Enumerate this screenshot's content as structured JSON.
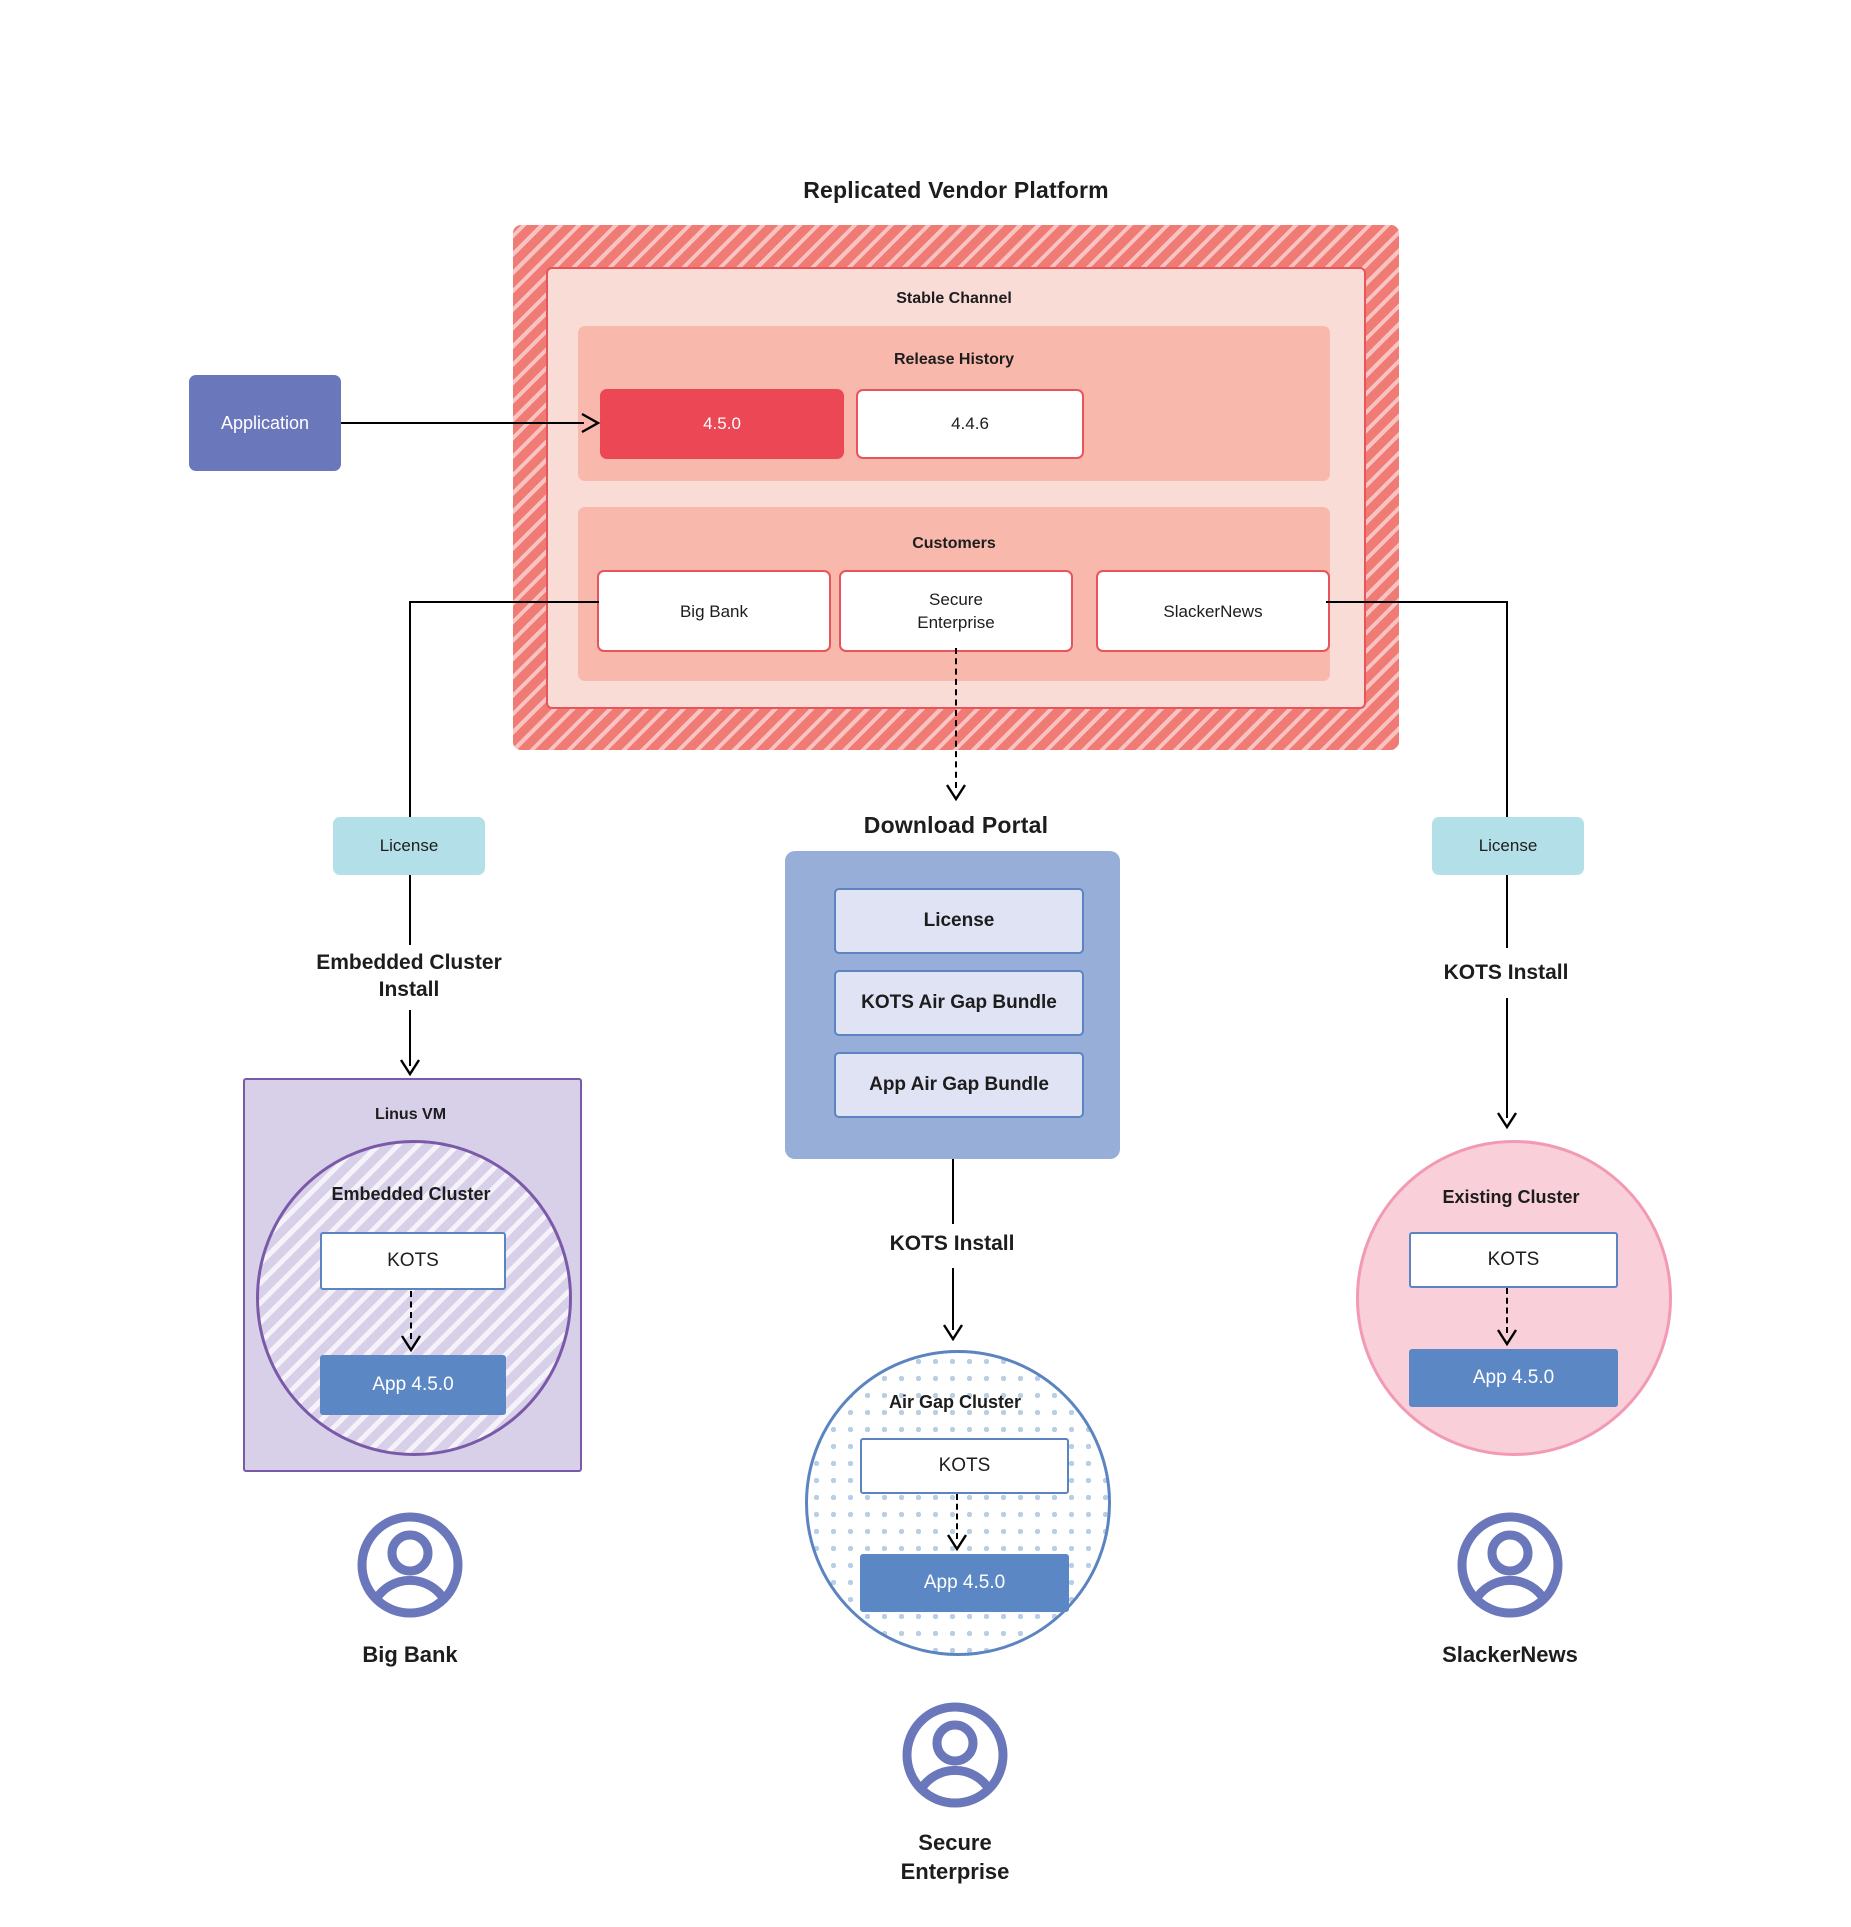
{
  "platform": {
    "title": "Replicated Vendor Platform",
    "channel_title": "Stable Channel",
    "release_history_title": "Release History",
    "releases": [
      {
        "version": "4.5.0",
        "state": "current"
      },
      {
        "version": "4.4.6",
        "state": "previous"
      }
    ],
    "customers_title": "Customers",
    "customers": [
      {
        "name": "Big Bank"
      },
      {
        "name": "Secure\nEnterprise"
      },
      {
        "name": "SlackerNews"
      }
    ]
  },
  "application": {
    "label": "Application"
  },
  "licenses": {
    "left_label": "License",
    "right_label": "License"
  },
  "flows": {
    "left_install": "Embedded Cluster\nInstall",
    "center_install": "KOTS Install",
    "right_install": "KOTS Install"
  },
  "portal": {
    "title": "Download  Portal",
    "items": [
      {
        "label": "License"
      },
      {
        "label": "KOTS Air Gap Bundle"
      },
      {
        "label": "App Air Gap Bundle"
      }
    ]
  },
  "left_stack": {
    "vm_title": "Linus VM",
    "cluster_title": "Embedded Cluster",
    "kots_label": "KOTS",
    "app_label": "App 4.5.0"
  },
  "center_stack": {
    "cluster_title": "Air Gap Cluster",
    "kots_label": "KOTS",
    "app_label": "App 4.5.0"
  },
  "right_stack": {
    "cluster_title": "Existing Cluster",
    "kots_label": "KOTS",
    "app_label": "App 4.5.0"
  },
  "personas": [
    {
      "name": "Big Bank",
      "icon": "user-avatar-icon"
    },
    {
      "name": "Secure\nEnterprise",
      "icon": "user-avatar-icon"
    },
    {
      "name": "SlackerNews",
      "icon": "user-avatar-icon"
    }
  ],
  "colors": {
    "platform_red": "#f07a74",
    "channel_pink": "#fadcd7",
    "panel_pink": "#f9b8ac",
    "release_current": "#ec4755",
    "border_red": "#e8545b",
    "application_blue": "#6b77bb",
    "license_teal": "#b3e0e8",
    "portal_blue": "#96aed8",
    "portal_item": "#dfe3f4",
    "vm_purple": "#d8cfe9",
    "vm_border": "#7a5aa8",
    "existing_pink": "#f9cfda",
    "existing_border": "#f29ab4",
    "app_blue": "#5b87c4",
    "kots_border": "#5b84c0"
  }
}
